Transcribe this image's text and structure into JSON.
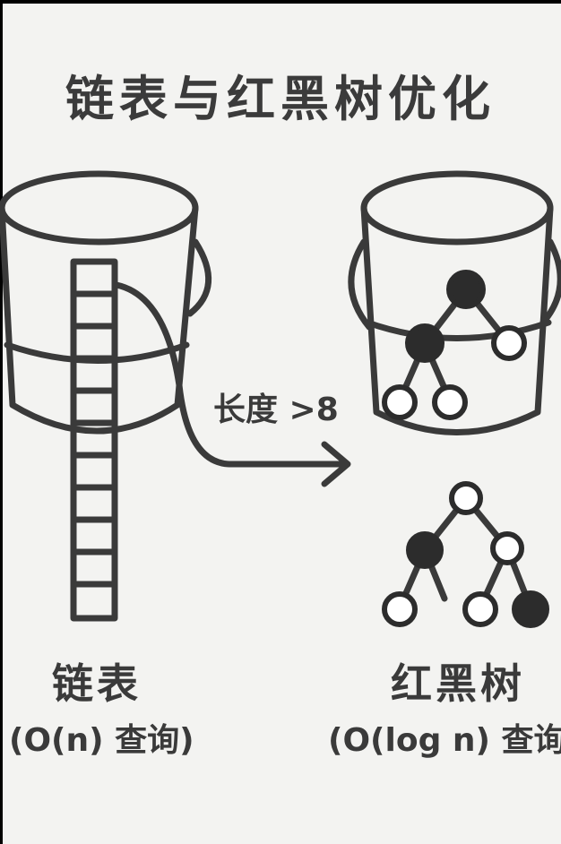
{
  "title": "链表与红黑树优化",
  "arrow": {
    "label": "长度 >8"
  },
  "left": {
    "name": "链表",
    "complexity": "(O(n) 查询)"
  },
  "right": {
    "name": "红黑树",
    "complexity": "(O(log n) 查询"
  },
  "colors": {
    "ink": "#3a3a3a",
    "background": "#f3f3f1",
    "black_node": "#2c2c2c",
    "white_node": "#ffffff"
  }
}
